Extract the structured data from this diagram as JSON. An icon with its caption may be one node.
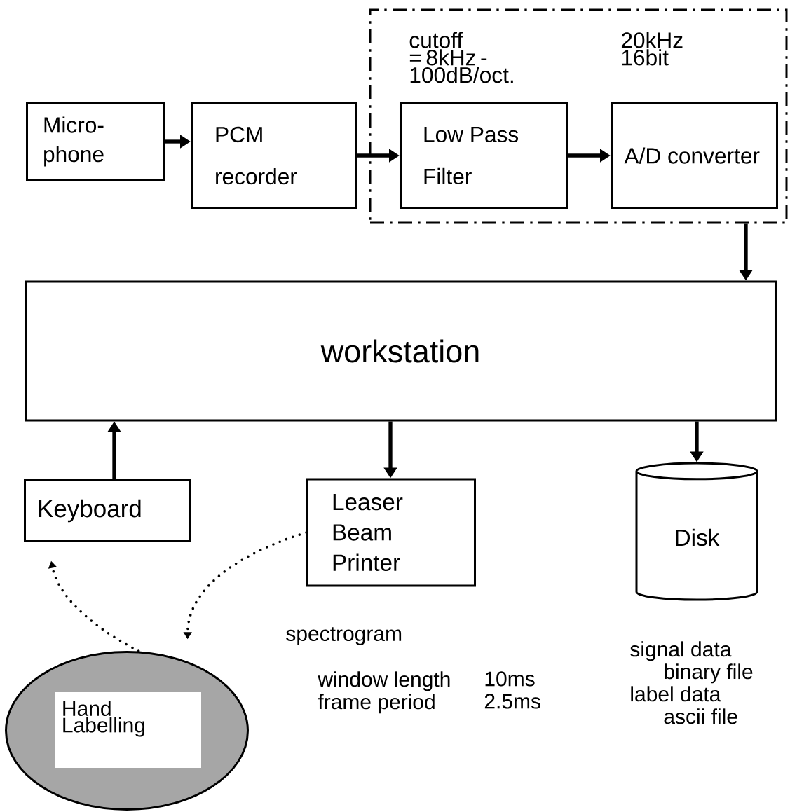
{
  "diagram": {
    "nodes": [
      {
        "text": [
          "Micro- phone"
        ]
      },
      {
        "text": [
          "PCM recorder"
        ]
      },
      {
        "text": [],
        "shape": "box"
      },
      {
        "text": [
          "Low Pass Filter"
        ],
        "in": 2,
        "beside": [
          "cutoff = 8kHz -100dB/oct."
        ]
      },
      {
        "text": [
          "A/D converter"
        ],
        "in": 2,
        "beside": [
          "20kHz 16bit"
        ]
      },
      {
        "text": [
          "workstation"
        ]
      },
      {
        "text": [
          "Keyboard"
        ]
      },
      {
        "text": [
          "Leaser Beam Printer"
        ]
      },
      {
        "text": [
          "Disk"
        ]
      },
      {
        "text": [
          "Hand Labelling"
        ]
      }
    ],
    "edges": [
      {
        "from": 0,
        "to": 1,
        "arrow": "to"
      },
      {
        "from": 1,
        "to": 3,
        "arrow": "to"
      },
      {
        "from": 3,
        "to": 4,
        "arrow": "to"
      },
      {
        "from": 2,
        "to": 5,
        "arrow": "to"
      },
      {
        "from": 6,
        "to": 5,
        "arrow": "to"
      },
      {
        "from": 5,
        "to": 7,
        "arrow": "to"
      },
      {
        "from": 5,
        "to": 8,
        "arrow": "to"
      },
      {
        "from": 7,
        "to": 9,
        "arrow": "to",
        "style": "dashed"
      },
      {
        "from": 9,
        "to": 6,
        "arrow": "to",
        "style": "dashed"
      }
    ],
    "labels": [
      "spectrogram",
      "window length",
      "10ms",
      "frame period",
      "2.5ms",
      "signal data",
      "binary file",
      "label data",
      "ascii file"
    ]
  }
}
